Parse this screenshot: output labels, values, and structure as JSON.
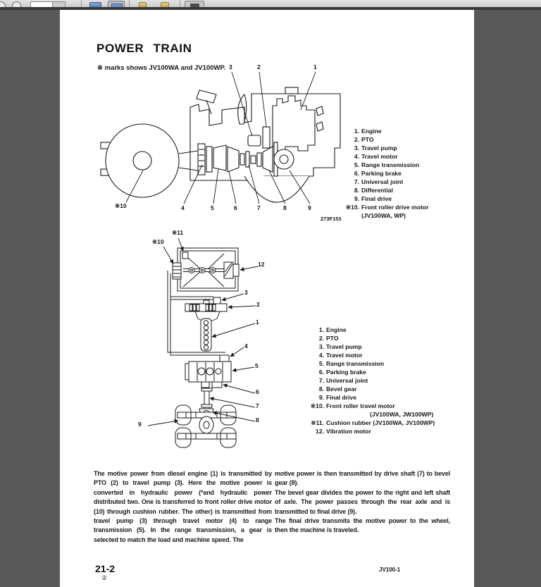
{
  "toolbar": {
    "page_input_value": "",
    "icons": [
      "back-circle",
      "forward-circle",
      "page-input",
      "print",
      "page-view",
      "highlighter",
      "note",
      "markup"
    ]
  },
  "page": {
    "title": "POWER TRAIN",
    "note": "※ marks shows JV100WA and JV100WP.",
    "figure1": {
      "code": "273F153",
      "callouts": {
        "c1": "1",
        "c2": "2",
        "c3": "3",
        "c4": "4",
        "c5": "5",
        "c6": "6",
        "c7": "7",
        "c8": "8",
        "c9": "9",
        "c10": "※10"
      },
      "legend": [
        {
          "num": "1.",
          "label": "Engine"
        },
        {
          "num": "2.",
          "label": "PTO"
        },
        {
          "num": "3.",
          "label": "Travel pump"
        },
        {
          "num": "4.",
          "label": "Travel motor"
        },
        {
          "num": "5.",
          "label": "Range transmission"
        },
        {
          "num": "6.",
          "label": "Parking brake"
        },
        {
          "num": "7.",
          "label": "Universal joint"
        },
        {
          "num": "8.",
          "label": "Differential"
        },
        {
          "num": "9.",
          "label": "Final drive"
        },
        {
          "num": "※10.",
          "label": "Front roller drive motor"
        },
        {
          "num": "",
          "label": "(JV100WA, WP)"
        }
      ]
    },
    "figure2": {
      "callouts": {
        "c1": "1",
        "c2": "2",
        "c3": "3",
        "c4": "4",
        "c5": "5",
        "c6": "6",
        "c7": "7",
        "c8": "8",
        "c9": "9",
        "c10": "※10",
        "c11": "※11",
        "c12": "12"
      },
      "legend": [
        {
          "num": "1.",
          "label": "Engine"
        },
        {
          "num": "2.",
          "label": "PTO"
        },
        {
          "num": "3.",
          "label": "Travel pump"
        },
        {
          "num": "4.",
          "label": "Travel motor"
        },
        {
          "num": "5.",
          "label": "Range transmission"
        },
        {
          "num": "6.",
          "label": "Parking brake"
        },
        {
          "num": "7.",
          "label": "Universal joint"
        },
        {
          "num": "8.",
          "label": "Bevel gear"
        },
        {
          "num": "9.",
          "label": "Final drive"
        },
        {
          "num": "※10.",
          "label": "Front roller travel motor"
        },
        {
          "num": "",
          "label": "(JV100WA, JW100WP)"
        },
        {
          "num": "※11.",
          "label": "Cushion rubber (JV100WA, JV100WP)"
        },
        {
          "num": "12.",
          "label": "Vibration motor"
        }
      ]
    },
    "body": {
      "left": "The motive power from diesel engine (1) is transmitted by PTO (2) to travel pump (3). Here the motive power is converted in hydraulic power (*and hydraulic power distributed two. One is transferred to front roller drive motor (10) through cushion rubber. The other) is transmitted from travel pump (3) through travel motor (4) to range transmission (5). In the range transmission, a gear is selected to match the load and machine speed. The",
      "right1": "motive power is then transmitted by drive shaft (7) to bevel gear (8).",
      "right2": "The bevel gear divides the power to the right and left shaft of axle. The power passes through the rear axle and is transmitted to final drive (9).",
      "right3": "The final drive transmits the motive power to the wheel, then the machine is traveled."
    },
    "footer": {
      "page_number": "21-2",
      "circled_note": "②",
      "doc_code": "JV100-1"
    }
  }
}
